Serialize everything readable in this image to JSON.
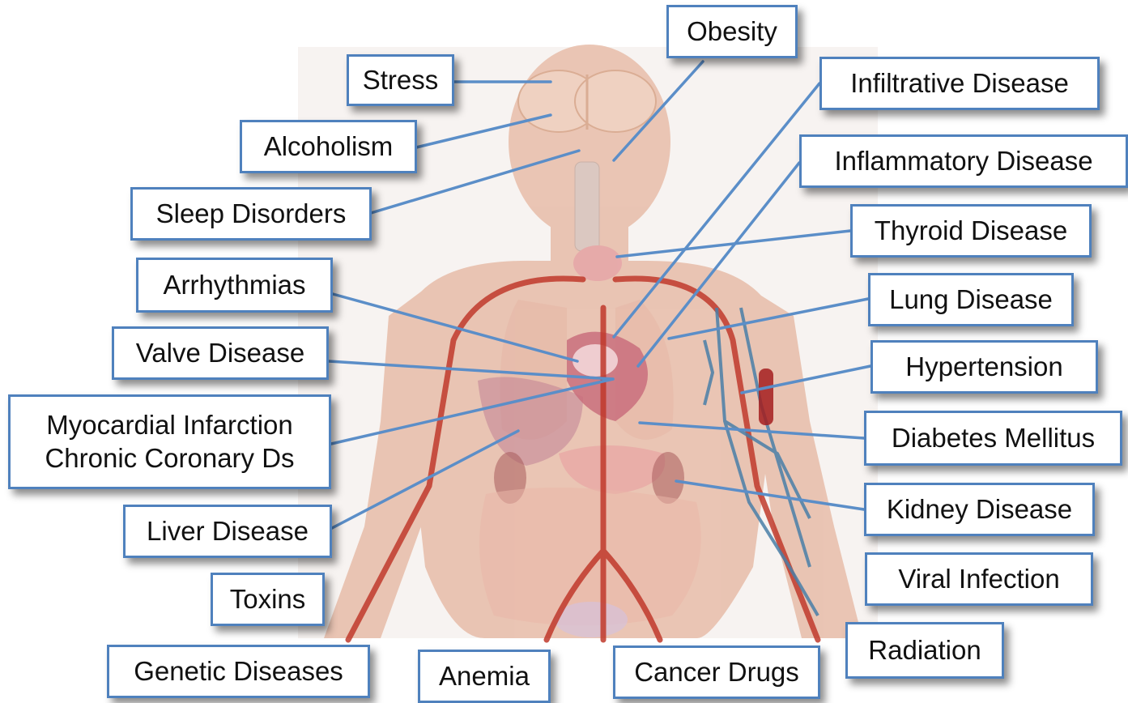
{
  "diagram": {
    "colors": {
      "label_border": "#4f81bd",
      "connector": "#5b8ec8",
      "artery": "#c0392b",
      "vein": "#4a7fa8",
      "skin": "#e8c0ad"
    },
    "labels": {
      "obesity": "Obesity",
      "stress": "Stress",
      "alcoholism": "Alcoholism",
      "sleep_disorders": "Sleep Disorders",
      "arrhythmias": "Arrhythmias",
      "valve_disease": "Valve Disease",
      "myocardial_line1": "Myocardial Infarction",
      "myocardial_line2": "Chronic Coronary Ds",
      "liver_disease": "Liver Disease",
      "toxins": "Toxins",
      "genetic_diseases": "Genetic Diseases",
      "anemia": "Anemia",
      "cancer_drugs": "Cancer Drugs",
      "radiation": "Radiation",
      "viral_infection": "Viral Infection",
      "kidney_disease": "Kidney Disease",
      "diabetes_mellitus": "Diabetes Mellitus",
      "hypertension": "Hypertension",
      "lung_disease": "Lung Disease",
      "thyroid_disease": "Thyroid Disease",
      "inflammatory_disease": "Inflammatory Disease",
      "infiltrative_disease": "Infiltrative Disease"
    },
    "icons": {
      "body": "human-body-anatomy-illustration"
    }
  }
}
